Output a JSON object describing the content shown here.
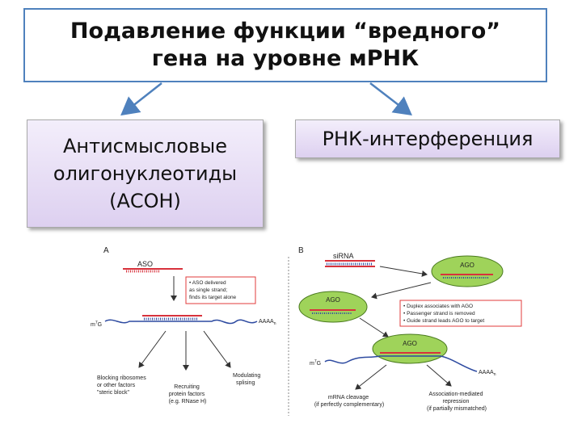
{
  "title": {
    "line1": "Подавление функции “вредного”",
    "line2": "гена на уровне мРНК"
  },
  "left_box": {
    "line1": "Антисмысловые",
    "line2": "олигонуклеотиды",
    "line3": "(АСОН)"
  },
  "right_box": {
    "label": "РНК-интерференция"
  },
  "panel_a": {
    "letter": "A",
    "aso_label": "ASO",
    "note": [
      "• ASO delivered",
      "as single strand;",
      "finds its target alone"
    ],
    "cap": "m",
    "cap_sup": "7",
    "cap_g": "G",
    "polya": "AAAA",
    "polya_sub": "n",
    "outcome1": [
      "Blocking ribosomes",
      "or other factors",
      "\"steric block\""
    ],
    "outcome2": [
      "Recruiting",
      "protein factors",
      "(e.g. RNase H)"
    ],
    "outcome3": [
      "Modulating",
      "splising"
    ]
  },
  "panel_b": {
    "letter": "B",
    "sirna_label": "siRNA",
    "ago1": "AGO",
    "ago2": "AGO",
    "ago3": "AGO",
    "note": [
      "• Duplex associates with AGO",
      "• Passenger strand is removed",
      "• Guide strand leads AGO to target"
    ],
    "cap": "m",
    "cap_sup": "7",
    "cap_g": "G",
    "polya": "AAAA",
    "polya_sub": "n",
    "outcome1": [
      "mRNA cleavage",
      "(if perfectly complementary)"
    ],
    "outcome2": [
      "Association-mediated",
      "repression",
      "(if partially mismatched)"
    ]
  },
  "colors": {
    "border": "#4f81bd",
    "ago_fill": "#9fd35a",
    "note_border": "#e23b3b",
    "strand_red": "#d8323c",
    "mrna_blue": "#2d4aa0"
  }
}
